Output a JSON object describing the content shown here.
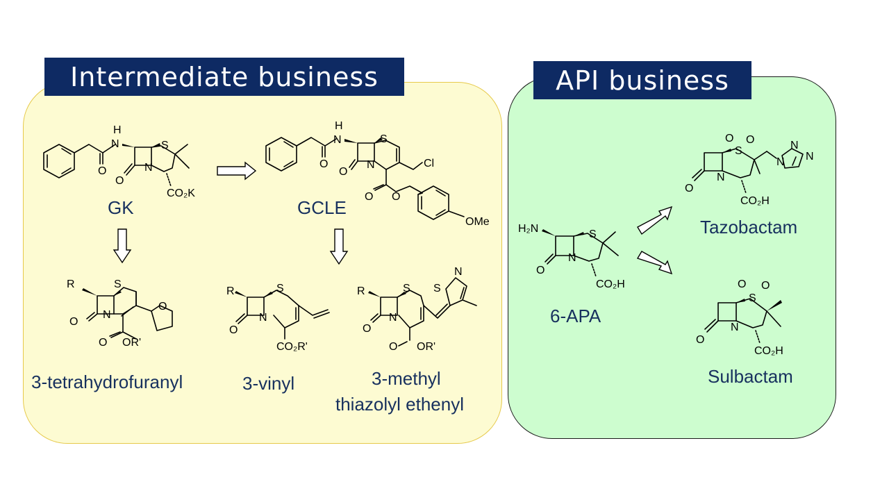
{
  "banners": {
    "intermediate": "Intermediate business",
    "api": "API business"
  },
  "compounds": {
    "gk": "GK",
    "gcle": "GCLE",
    "thf": "3-tetrahydrofuranyl",
    "vinyl": "3-vinyl",
    "thiazolyl_line1": "3-methyl",
    "thiazolyl_line2": "thiazolyl ethenyl",
    "apa": "6-APA",
    "tazobactam": "Tazobactam",
    "sulbactam": "Sulbactam"
  },
  "atoms": {
    "H": "H",
    "N": "N",
    "S": "S",
    "O": "O",
    "R": "R",
    "Cl": "Cl",
    "OMe": "OMe",
    "CO2K": "CO₂K",
    "CO2R": "CO₂R'",
    "ORp": "OR'",
    "CO2H": "CO₂H",
    "H2N": "H₂N"
  },
  "colors": {
    "intermediate_panel": "#fdfbd2",
    "intermediate_border": "#e6c94a",
    "api_panel": "#cdfdcf",
    "banner": "#0e2a63",
    "label_text": "#17305e"
  }
}
